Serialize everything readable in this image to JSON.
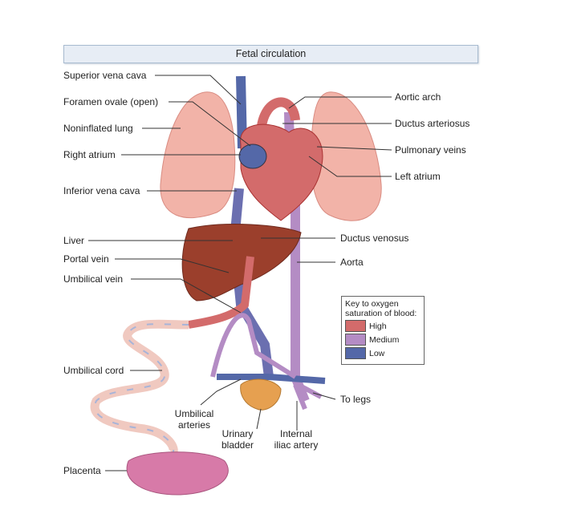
{
  "title": "Fetal circulation",
  "labels_left": {
    "superior_vena_cava": "Superior vena cava",
    "foramen_ovale": "Foramen ovale (open)",
    "noninflated_lung": "Noninflated lung",
    "right_atrium": "Right atrium",
    "inferior_vena_cava": "Inferior vena cava",
    "liver": "Liver",
    "portal_vein": "Portal vein",
    "umbilical_vein": "Umbilical vein",
    "umbilical_cord": "Umbilical cord",
    "placenta": "Placenta"
  },
  "labels_right": {
    "aortic_arch": "Aortic arch",
    "ductus_arteriosus": "Ductus arteriosus",
    "pulmonary_veins": "Pulmonary veins",
    "left_atrium": "Left atrium",
    "ductus_venosus": "Ductus venosus",
    "aorta": "Aorta",
    "to_legs": "To legs"
  },
  "labels_bottom": {
    "umbilical_arteries_1": "Umbilical",
    "umbilical_arteries_2": "arteries",
    "urinary_bladder_1": "Urinary",
    "urinary_bladder_2": "bladder",
    "internal_iliac_1": "Internal",
    "internal_iliac_2": "iliac artery"
  },
  "key": {
    "title_1": "Key to oxygen",
    "title_2": "saturation of blood:",
    "items": [
      {
        "label": "High",
        "color": "#d36b6b"
      },
      {
        "label": "Medium",
        "color": "#b48cc4"
      },
      {
        "label": "Low",
        "color": "#5468a8"
      }
    ]
  }
}
